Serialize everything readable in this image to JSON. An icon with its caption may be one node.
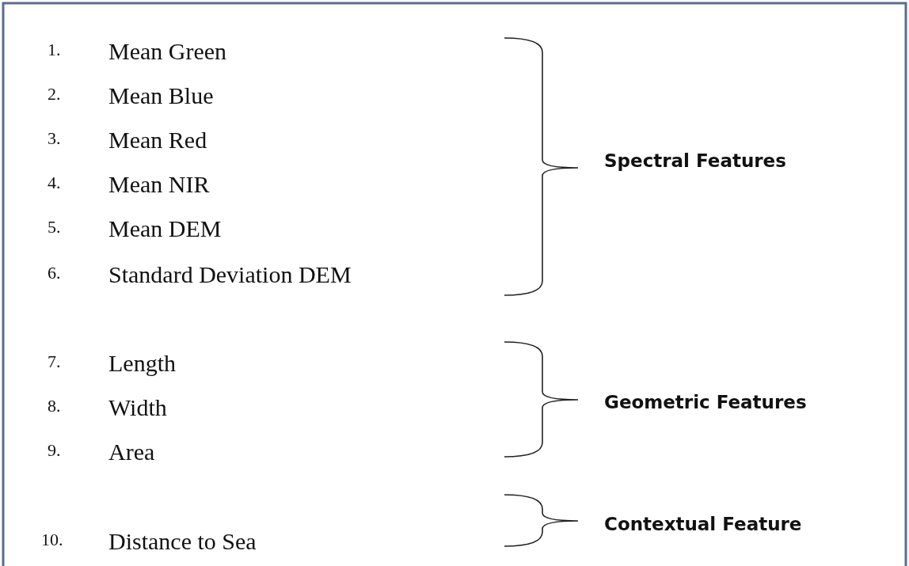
{
  "diagram": {
    "labels": [
      "1.",
      "Mean Green",
      "2.",
      "Mean Blue",
      "3.",
      "Mean Red",
      "Spectral Features",
      "4.",
      "Mean NIR",
      "5.",
      "Mean DEM",
      "6.",
      "Standard Deviation DEM",
      "7.",
      "Length",
      "8.",
      "Width",
      "Geometric Features",
      "9.",
      "Area",
      "Contextual Feature",
      "10.",
      "Distance to Sea"
    ]
  }
}
